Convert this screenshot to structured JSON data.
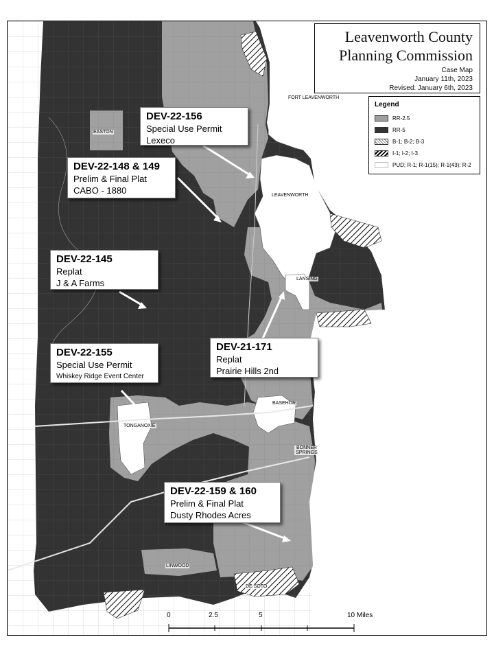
{
  "title": {
    "line1": "Leavenworth County",
    "line2": "Planning Commission",
    "subtitle": "Case Map",
    "date": "January 11th, 2023",
    "revised": "Revised: January 6th, 2023"
  },
  "legend": {
    "title": "Legend",
    "items": [
      {
        "label": "RR-2.5",
        "color": "#a0a0a0",
        "pattern": "solid"
      },
      {
        "label": "RR-5",
        "color": "#333333",
        "pattern": "solid"
      },
      {
        "label": "B-1; B-2; B-3",
        "color": "#ffffff",
        "pattern": "crosshatch"
      },
      {
        "label": "I-1; I-2; I-3",
        "color": "#ffffff",
        "pattern": "diagonal"
      },
      {
        "label": "PUD; R-1; R-1(15); R-1(43); R-2",
        "color": "#ffffff",
        "pattern": "dotted"
      }
    ]
  },
  "callouts": [
    {
      "id": "DEV-22-156",
      "type": "Special Use Permit",
      "name": "Lexeco"
    },
    {
      "id": "DEV-22-148 & 149",
      "type": "Prelim & Final Plat",
      "name": "CABO - 1880"
    },
    {
      "id": "DEV-22-145",
      "type": "Replat",
      "name": "J & A Farms"
    },
    {
      "id": "DEV-22-155",
      "type": "Special Use Permit",
      "name": "Whiskey Ridge Event Center"
    },
    {
      "id": "DEV-21-171",
      "type": "Replat",
      "name": "Prairie Hills 2nd"
    },
    {
      "id": "DEV-22-159 & 160",
      "type": "Prelim & Final Plat",
      "name": "Dusty Rhodes Acres"
    }
  ],
  "places": {
    "fort_leavenworth": "FORT LEAVENWORTH",
    "easton": "EASTON",
    "leavenworth": "LEAVENWORTH",
    "lansing": "LANSING",
    "basehor": "BASEHOR",
    "tonganoxie": "TONGANOXIE",
    "bonner_springs": "BONNER SPRINGS",
    "linwood": "LINWOOD",
    "de_soto": "DE SOTO"
  },
  "scale_bar": {
    "labels": [
      "0",
      "2.5",
      "5",
      "10 Miles"
    ]
  },
  "colors": {
    "rr5": "#333333",
    "rr25": "#a0a0a0",
    "urban": "#ffffff",
    "roads": "#8a8a8a"
  }
}
